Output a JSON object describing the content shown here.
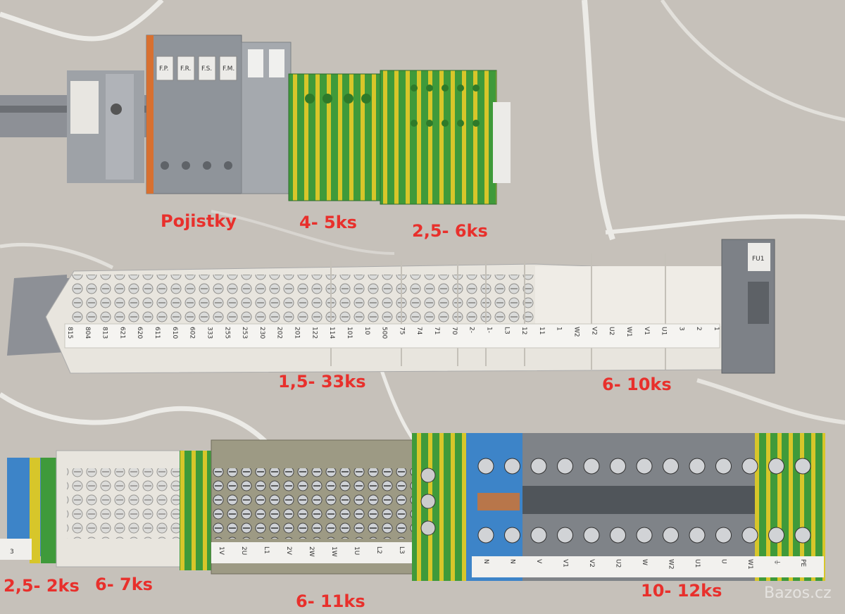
{
  "labels": {
    "pojistky": "Pojistky",
    "r1_4mm": "4- 5ks",
    "r1_2_5mm": "2,5- 6ks",
    "r2_1_5mm": "1,5- 33ks",
    "r2_6mm": "6- 10ks",
    "r3_2_5mm": "2,5- 2ks",
    "r3_6mm_white": "6- 7ks",
    "r3_6mm_beige": "6- 11ks",
    "r3_10mm": "10- 12ks"
  },
  "watermark": "Bazos.cz",
  "row2_markers": [
    "815",
    "804",
    "813",
    "621",
    "620",
    "611",
    "610",
    "602",
    "333",
    "255",
    "253",
    "230",
    "202",
    "201",
    "122",
    "114",
    "101",
    "10",
    "500",
    "75",
    "74",
    "71",
    "70",
    "2-",
    "1-",
    "L3",
    "12",
    "11",
    "1",
    "W2",
    "V2",
    "U2",
    "W1",
    "V1",
    "U1",
    "3",
    "2",
    "1"
  ],
  "fuse_tag": "FU1",
  "fuse_markers": [
    "F.P.",
    "F.R.",
    "F.S.",
    "F.M."
  ],
  "row3_beige_markers": [
    "1V",
    "2U",
    "L1",
    "2V",
    "2W",
    "1W",
    "1U",
    "L2",
    "L3"
  ],
  "row3_right_markers": [
    "N",
    "N",
    "V",
    "V1",
    "V2",
    "U2",
    "W",
    "W2",
    "U1",
    "U",
    "W1",
    "⏚",
    "PE"
  ],
  "row3_left_marker": "3",
  "colors": {
    "label_red": "#e8302c",
    "floor_tile": "#c9c4bd",
    "grout": "#e9e6e1",
    "terminal_grey": "#8e9399",
    "terminal_green": "#3f9a3a",
    "terminal_yellow": "#d7c62a",
    "terminal_white": "#ece9e2",
    "terminal_beige": "#9d9a84",
    "terminal_blue": "#3d84c8",
    "din_rail": "#8d9096"
  }
}
